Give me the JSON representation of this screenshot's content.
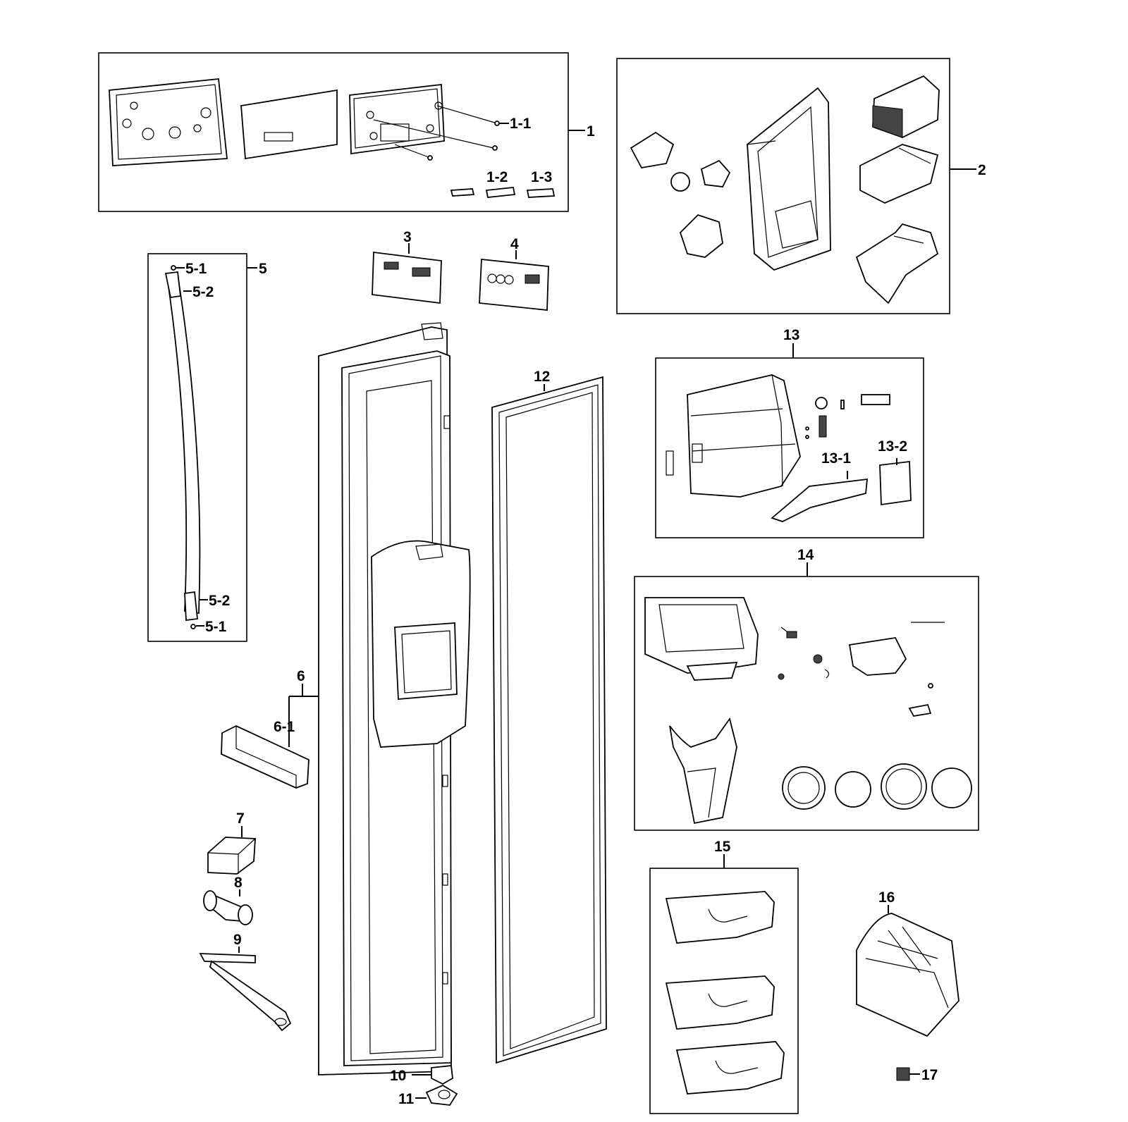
{
  "labels": {
    "l1": "1",
    "l1_1": "1-1",
    "l1_2": "1-2",
    "l1_3": "1-3",
    "l2": "2",
    "l3": "3",
    "l4": "4",
    "l5": "5",
    "l5_1a": "5-1",
    "l5_2a": "5-2",
    "l5_2b": "5-2",
    "l5_1b": "5-1",
    "l6": "6",
    "l6_1": "6-1",
    "l7": "7",
    "l8": "8",
    "l9": "9",
    "l10": "10",
    "l11": "11",
    "l12": "12",
    "l13": "13",
    "l13_1": "13-1",
    "l13_2": "13-2",
    "l14": "14",
    "l15": "15",
    "l16": "16",
    "l17": "17"
  }
}
